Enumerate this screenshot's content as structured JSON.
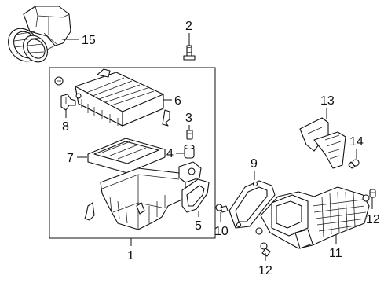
{
  "diagram": {
    "callouts": {
      "c1": "1",
      "c2": "2",
      "c3": "3",
      "c4": "4",
      "c5": "5",
      "c6": "6",
      "c7": "7",
      "c8": "8",
      "c9": "9",
      "c10": "10",
      "c11": "11",
      "c12a": "12",
      "c12b": "12",
      "c13": "13",
      "c14": "14",
      "c15": "15"
    },
    "colors": {
      "line": "#111111",
      "fill": "#ffffff",
      "background": "#ffffff"
    }
  }
}
